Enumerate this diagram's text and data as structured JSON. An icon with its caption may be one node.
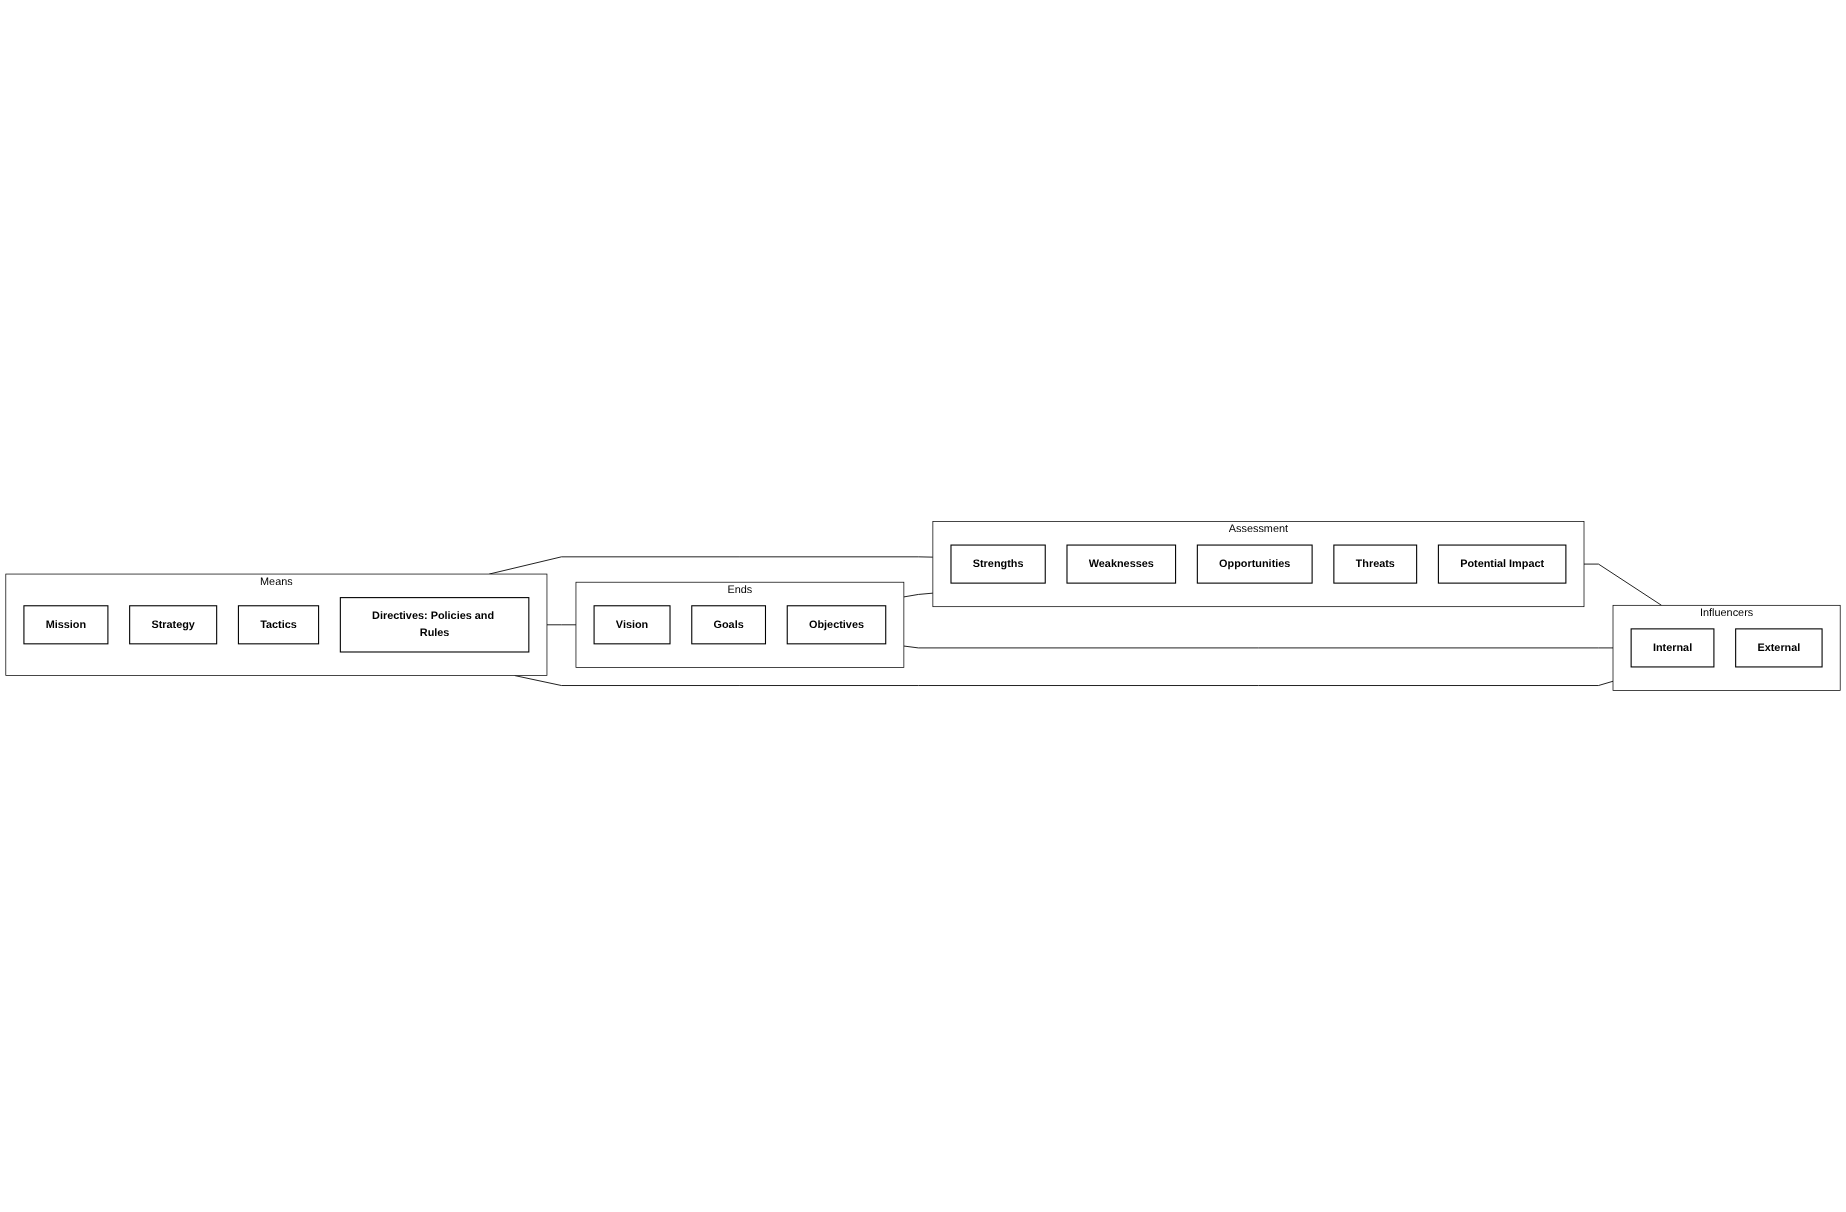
{
  "diagram": {
    "nodes": [
      {
        "text": [
          "Means"
        ]
      },
      {
        "text": [
          "Mission"
        ],
        "in": 0
      },
      {
        "text": [
          "Strategy"
        ],
        "in": 0
      },
      {
        "text": [
          "Tactics"
        ],
        "in": 0
      },
      {
        "text": [
          "Directives: Policies and Rules"
        ],
        "in": 0
      },
      {
        "text": [
          "Ends"
        ]
      },
      {
        "text": [
          "Vision"
        ],
        "in": 5
      },
      {
        "text": [
          "Goals"
        ],
        "in": 5
      },
      {
        "text": [
          "Objectives"
        ],
        "in": 5
      },
      {
        "text": [
          "Assessment"
        ]
      },
      {
        "text": [
          "Strengths"
        ],
        "in": 9
      },
      {
        "text": [
          "Weaknesses"
        ],
        "in": 9
      },
      {
        "text": [
          "Opportunities"
        ],
        "in": 9
      },
      {
        "text": [
          "Threats"
        ],
        "in": 9
      },
      {
        "text": [
          "Potential Impact"
        ],
        "in": 9
      },
      {
        "text": [
          "Influencers"
        ]
      },
      {
        "text": [
          "Internal"
        ],
        "in": 15
      },
      {
        "text": [
          "External"
        ],
        "in": 15
      }
    ],
    "edges": [
      {
        "from": 0,
        "to": 9,
        "arrow": "none"
      },
      {
        "from": 0,
        "to": 5,
        "arrow": "none"
      },
      {
        "from": 5,
        "to": 9,
        "arrow": "none"
      },
      {
        "from": 0,
        "to": 15,
        "arrow": "none"
      },
      {
        "from": 5,
        "to": 15,
        "arrow": "none"
      },
      {
        "from": 9,
        "to": 15,
        "arrow": "none"
      }
    ]
  }
}
